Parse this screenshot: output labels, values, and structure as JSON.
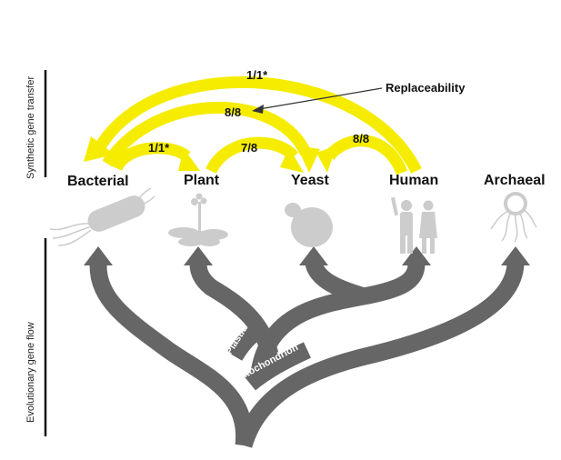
{
  "side_labels": {
    "top": "Synthetic gene transfer",
    "bottom": "Evolutionary gene flow"
  },
  "organisms": [
    "Bacterial",
    "Plant",
    "Yeast",
    "Human",
    "Archaeal"
  ],
  "transfers": [
    {
      "from": "Human",
      "to": "Bacterial",
      "label": "1/1*"
    },
    {
      "from": "Bacterial",
      "to": "Yeast",
      "label": "8/8"
    },
    {
      "from": "Bacterial",
      "to": "Plant",
      "label": "1/1*"
    },
    {
      "from": "Plant",
      "to": "Yeast",
      "label": "7/8"
    },
    {
      "from": "Human",
      "to": "Yeast",
      "label": "8/8"
    }
  ],
  "callout": "Replaceability",
  "branch_labels": {
    "plastid": "Plastid",
    "mitochondrion": "Mitochondrion"
  },
  "colors": {
    "arc": "#f5ec00",
    "tree": "#666666",
    "silhouette": "#cccccc",
    "side_bar": "#111111"
  }
}
